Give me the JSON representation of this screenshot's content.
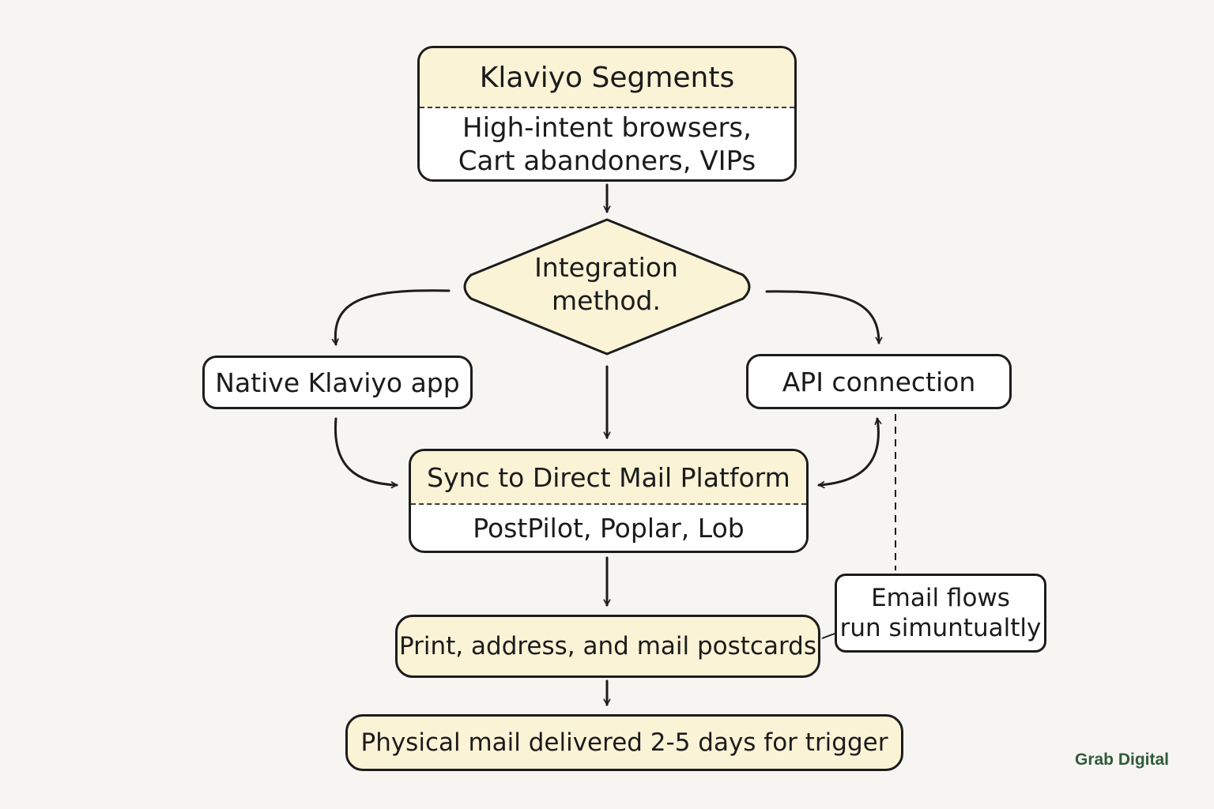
{
  "diagram": {
    "segments": {
      "title": "Klaviyo Segments",
      "body_line1": "High-intent browsers,",
      "body_line2": "Cart abandoners, VIPs"
    },
    "decision": {
      "line1": "Integration",
      "line2": "method."
    },
    "native": "Native Klaviyo app",
    "api": "API connection",
    "sync": {
      "title": "Sync to Direct Mail Platform",
      "body": "PostPilot, Poplar, Lob"
    },
    "print": "Print, address, and mail postcards",
    "delivered": "Physical mail delivered 2-5 days for trigger",
    "note": {
      "line1": "Email flows",
      "line2": "run simuntualtly"
    }
  },
  "brand": "Grab Digital",
  "colors": {
    "background": "#f6f5f1",
    "highlight": "#fbf3d6",
    "stroke": "#1c1c1c",
    "brand": "#2f5a3c"
  }
}
